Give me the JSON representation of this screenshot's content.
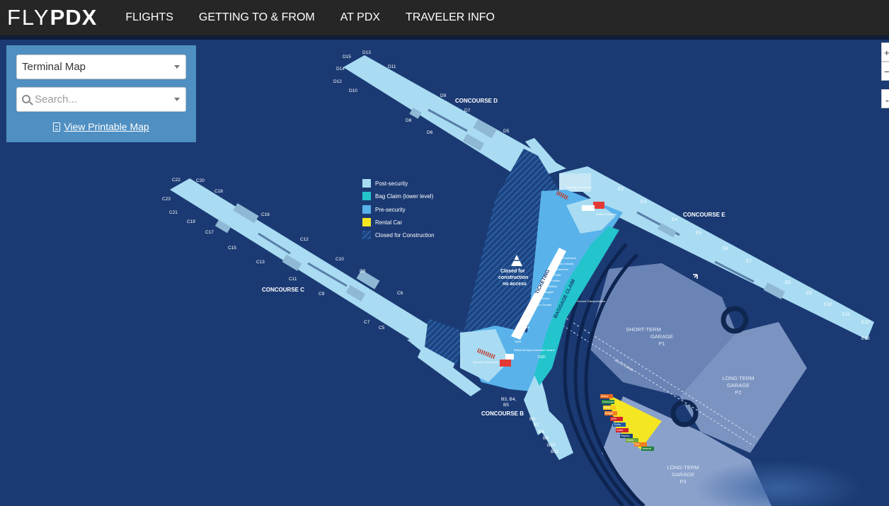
{
  "header": {
    "logo_thin": "FLY",
    "logo_bold": "PDX",
    "nav": [
      "FLIGHTS",
      "GETTING TO & FROM",
      "AT PDX",
      "TRAVELER INFO"
    ]
  },
  "panel": {
    "map_select": "Terminal Map",
    "search_placeholder": "Search...",
    "print_link": "View Printable Map"
  },
  "controls": {
    "zoom_in": "+",
    "zoom_out": "−",
    "back": "←"
  },
  "legend": {
    "items": [
      {
        "label": "Post-security",
        "color": "#a9dcf2"
      },
      {
        "label": "Bag Claim (lower level)",
        "color": "#23c4cc"
      },
      {
        "label": "Pre-security",
        "color": "#59b3ea"
      },
      {
        "label": "Rental Car",
        "color": "#f5e622"
      },
      {
        "label": "Closed for Construction",
        "color": "#2a5fa8"
      }
    ]
  },
  "concourses": [
    "CONCOURSE D",
    "CONCOURSE C",
    "CONCOURSE E",
    "CONCOURSE B"
  ],
  "gates": {
    "D": [
      "D15",
      "D13",
      "D14",
      "D11",
      "D12",
      "D10",
      "D9",
      "D7",
      "D8",
      "D6",
      "D5"
    ],
    "C": [
      "C22",
      "C20",
      "C23",
      "C18",
      "C21",
      "C19",
      "C16",
      "C17",
      "C15",
      "C12",
      "C13",
      "C10",
      "C11",
      "C8",
      "C9",
      "C6",
      "C7",
      "C5"
    ],
    "E": [
      "E2",
      "E3",
      "E4",
      "E5",
      "E6",
      "E7",
      "E8",
      "E9",
      "E10",
      "E11",
      "E12",
      "E13"
    ],
    "B": [
      "B3, B4,",
      "B5",
      "B6",
      "B7",
      "B8",
      "B9",
      "B10",
      "B11"
    ]
  },
  "closed_note": [
    "Closed for",
    "construction",
    "no access"
  ],
  "labels": {
    "ticketing": "TICKETING",
    "baggage": "BAGGAGE CLAIM",
    "security1": "Security Checkpoint",
    "security2": "Security Checkpoint",
    "ground": "Ground Transportation",
    "united": "United Hawaiian",
    "tunnel": "ROUTE TUNNEL",
    "usd": "USD"
  },
  "airlines_ticketing": [
    "Southwest",
    "Air Canada",
    "American",
    "Delta",
    "Frontier",
    "JetBlue",
    "Allegiant",
    "WestJet",
    "Sun Country",
    "Alaska",
    "Spirit",
    "British Airways Icelandair Volaris"
  ],
  "garages": [
    {
      "line1": "SHORT-TERM",
      "line2": "GARAGE",
      "line3": "P1"
    },
    {
      "line1": "LONG-TERM",
      "line2": "GARAGE",
      "line3": "P2"
    },
    {
      "line1": "LONG-TERM",
      "line2": "GARAGE",
      "line3": "P3"
    }
  ],
  "rental_brands": [
    {
      "name": "Alamo",
      "color": "#e86b1f"
    },
    {
      "name": "Enterprise",
      "color": "#1f7f3c"
    },
    {
      "name": "Hertz",
      "color": "#f5cc1a"
    },
    {
      "name": "Budget",
      "color": "#f57d20"
    },
    {
      "name": "AVIS",
      "color": "#d2232a"
    },
    {
      "name": "Thrifty",
      "color": "#1c5aa8"
    },
    {
      "name": "Dollar",
      "color": "#d2232a"
    },
    {
      "name": "Payless",
      "color": "#17437a"
    },
    {
      "name": "Zipcar",
      "color": "#6ea83a"
    },
    {
      "name": "Sixt",
      "color": "#f07f1f"
    },
    {
      "name": "National",
      "color": "#1f7f3c"
    }
  ]
}
